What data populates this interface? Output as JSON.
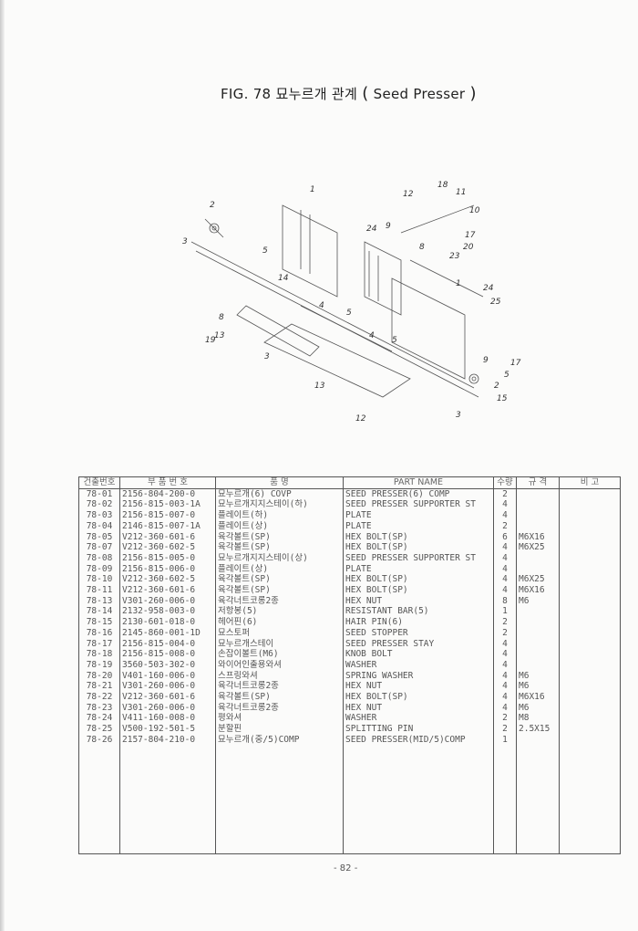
{
  "title": {
    "prefix": "FIG. 78 묘누르개 관계",
    "english": "Seed Presser"
  },
  "diagram": {
    "callouts": [
      "1",
      "2",
      "3",
      "5",
      "14",
      "4",
      "5",
      "4",
      "5",
      "13",
      "13",
      "12",
      "3",
      "18",
      "11",
      "12",
      "10",
      "24",
      "9",
      "8",
      "17",
      "20",
      "23",
      "1",
      "24",
      "25",
      "9",
      "17",
      "5",
      "2",
      "15",
      "3",
      "8",
      "19"
    ]
  },
  "table": {
    "headers": [
      "건출번호",
      "부 품 번 호",
      "품 명",
      "PART NAME",
      "수량",
      "규 격",
      "비 고"
    ],
    "rows": [
      [
        "78-01",
        "2156-804-200-0",
        "묘누르개(6) COVP",
        "SEED  PRESSER(6) COMP",
        "2",
        ""
      ],
      [
        "78-02",
        "2156-815-003-1A",
        "묘누르개지지스테이(하)",
        "SEED  PRESSER SUPPORTER ST",
        "4",
        ""
      ],
      [
        "78-03",
        "2156-815-007-0",
        "플레이트(하)",
        "PLATE",
        "4",
        ""
      ],
      [
        "78-04",
        "2146-815-007-1A",
        "플레이트(상)",
        "PLATE",
        "2",
        ""
      ],
      [
        "78-05",
        "V212-360-601-6",
        "육각볼트(SP)",
        "HEX BOLT(SP)",
        "6",
        "M6X16"
      ],
      [
        "78-07",
        "V212-360-602-5",
        "육각볼트(SP)",
        "HEX BOLT(SP)",
        "4",
        "M6X25"
      ],
      [
        "78-08",
        "2156-815-005-0",
        "묘누르개지지스테이(상)",
        "SEED  PRESSER SUPPORTER ST",
        "4",
        ""
      ],
      [
        "78-09",
        "2156-815-006-0",
        "플레이트(상)",
        "PLATE",
        "4",
        ""
      ],
      [
        "78-10",
        "V212-360-602-5",
        "육각볼트(SP)",
        "HEX BOLT(SP)",
        "4",
        "M6X25"
      ],
      [
        "78-11",
        "V212-360-601-6",
        "육각볼트(SP)",
        "HEX BOLT(SP)",
        "4",
        "M6X16"
      ],
      [
        "78-13",
        "V301-260-006-0",
        "육각너트코롱2종",
        "HEX NUT",
        "8",
        "M6"
      ],
      [
        "78-14",
        "2132-958-003-0",
        "저항봉(5)",
        "RESISTANT BAR(5)",
        "1",
        ""
      ],
      [
        "78-15",
        "2130-601-018-0",
        "헤어핀(6)",
        "HAIR PIN(6)",
        "2",
        ""
      ],
      [
        "78-16",
        "2145-860-001-1D",
        "묘스토퍼",
        "SEED  STOPPER",
        "2",
        ""
      ],
      [
        "78-17",
        "2156-815-004-0",
        "묘누르개스테이",
        "SEED  PRESSER STAY",
        "4",
        ""
      ],
      [
        "78-18",
        "2156-815-008-0",
        "손잡이볼트(M6)",
        "KNOB BOLT",
        "4",
        ""
      ],
      [
        "78-19",
        "3560-503-302-0",
        "와이어인출용와셔",
        "WASHER",
        "4",
        ""
      ],
      [
        "78-20",
        "V401-160-006-0",
        "스프링와셔",
        "SPRING WASHER",
        "4",
        "M6"
      ],
      [
        "78-21",
        "V301-260-006-0",
        "육각너트코롱2종",
        "HEX NUT",
        "4",
        "M6"
      ],
      [
        "78-22",
        "V212-360-601-6",
        "육각볼트(SP)",
        "HEX BOLT(SP)",
        "4",
        "M6X16"
      ],
      [
        "78-23",
        "V301-260-006-0",
        "육각너트코롱2종",
        "HEX NUT",
        "4",
        "M6"
      ],
      [
        "78-24",
        "V411-160-008-0",
        "평와셔",
        "WASHER",
        "2",
        "M8"
      ],
      [
        "78-25",
        "V500-192-501-5",
        "분할핀",
        "SPLITTING PIN",
        "2",
        "2.5X15"
      ],
      [
        "78-26",
        "2157-804-210-0",
        "묘누르개(중/5)COMP",
        "SEED  PRESSER(MID/5)COMP",
        "1",
        ""
      ]
    ]
  },
  "page_number": "- 82 -"
}
